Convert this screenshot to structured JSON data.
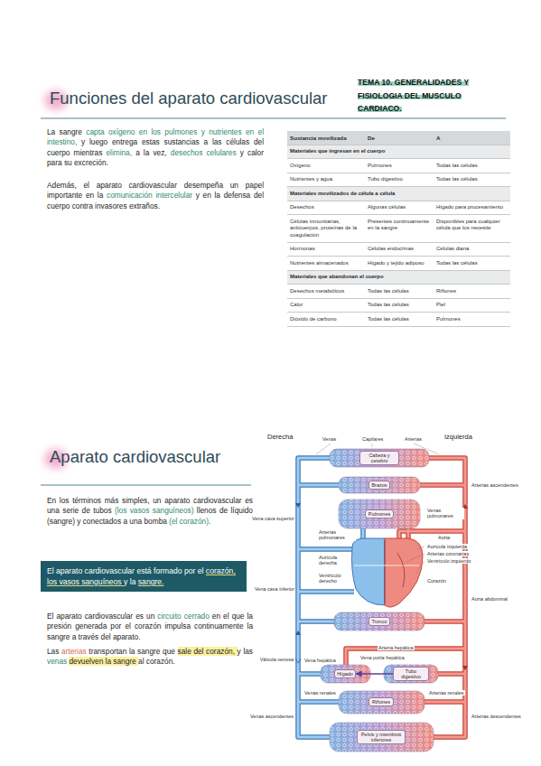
{
  "diagram": {
    "title": "TEMA 10. GENERALIDADES Y FISIOLOGIA DEL MUSCULO CARDIACO.",
    "nodes": [
      {
        "text": [
          "El aparato cardiovascular está formado por el corazón, los vasos sanguíneos y la sangre."
        ]
      },
      {
        "text": [
          "Cabeza y cerebro"
        ]
      },
      {
        "text": [
          "Brazos"
        ]
      },
      {
        "text": [
          "Pulmones"
        ]
      },
      {
        "text": [
          "Tronco"
        ]
      },
      {
        "text": [
          "Hígado"
        ]
      },
      {
        "text": [
          "Tubo digestivo"
        ]
      },
      {
        "text": [
          "Riñones"
        ]
      },
      {
        "text": [
          "Pelvis y miembros inferiores"
        ]
      }
    ],
    "edges": [
      {
        "from": 6,
        "to": 5,
        "arrow": "to"
      }
    ],
    "labels": [
      "Funciones del aparato cardiovascular",
      "La sangre capta oxígeno en los pulmones y nutrientes en el intestino, y luego entrega estas sustancias a las células del cuerpo mientras elimina, a la vez, desechos celulares y calor para su excreción.",
      "Además, el aparato cardiovascular desempeña un papel importante en la comunicación intercelular y en la defensa del cuerpo contra invasores extraños.",
      "Sustancia movilizada",
      "De",
      "A",
      "Materiales que ingresan en el cuerpo",
      "Oxígeno",
      "Pulmones",
      "Todas las células",
      "Nutrientes y agua",
      "Tubo digestivo",
      "Todas las células",
      "Materiales movilizados de célula a célula",
      "Desechos",
      "Algunas células",
      "Hígado para procesamiento",
      "Células inmunitarias, anticuerpos, proteínas de la coagulación",
      "Presentes continuamente en la sangre",
      "Disponibles para cualquier célula que los necesite",
      "Hormonas",
      "Células endocrinas",
      "Células diana",
      "Nutrientes almacenados",
      "Hígado y tejido adiposo",
      "Todas las células",
      "Materiales que abandonan el cuerpo",
      "Desechos metabólicos",
      "Todas las células",
      "Riñones",
      "Calor",
      "Todas las células",
      "Piel",
      "Dióxido de carbono",
      "Todas las células",
      "Pulmones",
      "Aparato cardiovascular",
      "En los términos más simples, un aparato cardiovascular es una serie de tubos (los vasos sanguíneos) llenos de líquido (sangre) y conectados a una bomba (el corazón).",
      "El aparato cardiovascular es un circuito cerrado en el que la presión generada por el corazón impulsa continuamente la sangre a través del aparato.",
      "Las arterias transportan la sangre que sale del corazón, y las venas devuelven la sangre al corazón.",
      "Derecha",
      "Izquierda",
      "Venas",
      "Capilares",
      "Arterias",
      "Vena cava superior",
      "Arterias pulmonares",
      "Venas pulmonares",
      "Aurícula derecha",
      "Aorta",
      "Aurícula izquierda",
      "Arterias coronarias",
      "Ventrículo izquierdo",
      "Arterias ascendentes",
      "Ventrículo derecho",
      "Corazón",
      "Aorta abdominal",
      "Vena cava inferior",
      "Arteria hepática",
      "Vena porta hepática",
      "Válvula venosa",
      "Vena hepática",
      "Venas renales",
      "Arterias renales",
      "Venas ascendentes",
      "Arterias descendentes"
    ]
  }
}
